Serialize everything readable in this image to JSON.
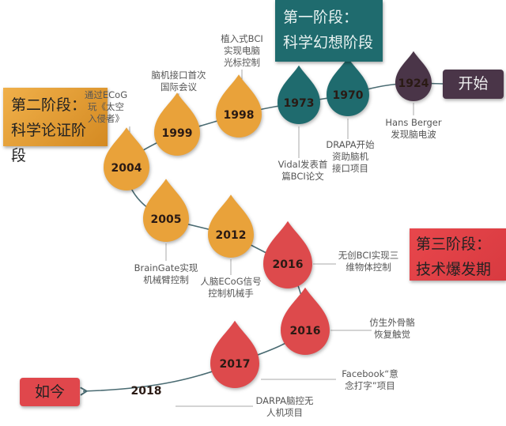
{
  "stages": {
    "stage1": {
      "line1": "第一阶段：",
      "line2": "科学幻想阶段",
      "color": "#1f6b6e"
    },
    "stage2": {
      "line1": "第二阶段：",
      "line2": "科学论证阶段",
      "color": "#e9a23a"
    },
    "stage3": {
      "line1": "第三阶段：",
      "line2": "技术爆发期",
      "color": "#e0474c"
    },
    "start": {
      "label": "开始",
      "color": "#4a3548"
    },
    "now": {
      "label": "如今",
      "color": "#e0474c"
    }
  },
  "milestones": [
    {
      "year": "1924",
      "color": "#4a3548",
      "line1": "Hans Berger",
      "line2": "发现脑电波",
      "line3": ""
    },
    {
      "year": "1970",
      "color": "#1f6b6e",
      "line1": "DRAPA开始",
      "line2": "资助脑机",
      "line3": "接口项目"
    },
    {
      "year": "1973",
      "color": "#1f6b6e",
      "line1": "Vidal发表首",
      "line2": "篇BCI论文",
      "line3": ""
    },
    {
      "year": "1998",
      "color": "#e9a23a",
      "line1": "植入式BCI",
      "line2": "实现电脑",
      "line3": "光标控制"
    },
    {
      "year": "1999",
      "color": "#e9a23a",
      "line1": "脑机接口首次",
      "line2": "国际会议",
      "line3": ""
    },
    {
      "year": "2004",
      "color": "#e9a23a",
      "line1": "通过ECoG",
      "line2": "玩《太空",
      "line3": "入侵者》"
    },
    {
      "year": "2005",
      "color": "#e9a23a",
      "line1": "BrainGate实现",
      "line2": "机械臂控制",
      "line3": ""
    },
    {
      "year": "2012",
      "color": "#e9a23a",
      "line1": "人脑ECoG信号",
      "line2": "控制机械手",
      "line3": ""
    },
    {
      "year": "2016",
      "color": "#dd4a4c",
      "line1": "无创BCI实现三",
      "line2": "维物体控制",
      "line3": ""
    },
    {
      "year": "2016",
      "color": "#dd4a4c",
      "line1": "仿生外骨骼",
      "line2": "恢复触觉",
      "line3": ""
    },
    {
      "year": "2017",
      "color": "#dd4a4c",
      "line1": "Facebook“意",
      "line2": "念打字”项目",
      "line3": ""
    },
    {
      "year": "2018",
      "color": "#dd4a4c",
      "line1": "DARPA脑控无",
      "line2": "人机项目",
      "line3": ""
    }
  ]
}
